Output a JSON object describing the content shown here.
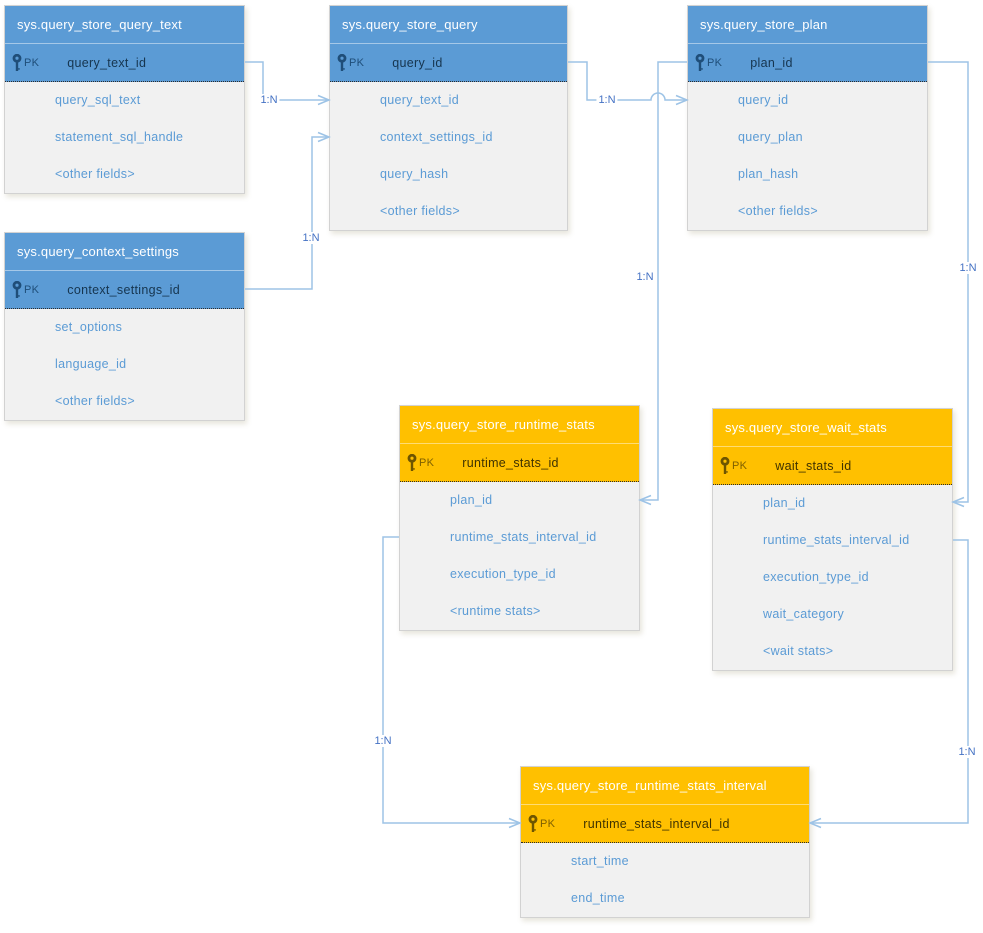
{
  "diagram": {
    "title_hint": "SQL Server Query Store catalog views entity-relationship diagram",
    "colors": {
      "blue_header": "#5b9bd5",
      "orange_header": "#ffc000",
      "body_background": "#f1f1f1",
      "body_field_text": "#5b9bd5",
      "connector_line": "#9dc3e6",
      "cardinality_text": "#4472c4"
    },
    "tables": [
      {
        "name": "sys.query_store_query_text",
        "theme": "blue",
        "pk_label": "PK",
        "pk_field": "query_text_id",
        "fields": [
          "query_sql_text",
          "statement_sql_handle",
          "<other fields>"
        ]
      },
      {
        "name": "sys.query_store_query",
        "theme": "blue",
        "pk_label": "PK",
        "pk_field": "query_id",
        "fields": [
          "query_text_id",
          "context_settings_id",
          "query_hash",
          "<other fields>"
        ]
      },
      {
        "name": "sys.query_store_plan",
        "theme": "blue",
        "pk_label": "PK",
        "pk_field": "plan_id",
        "fields": [
          "query_id",
          "query_plan",
          "plan_hash",
          "<other fields>"
        ]
      },
      {
        "name": "sys.query_context_settings",
        "theme": "blue",
        "pk_label": "PK",
        "pk_field": "context_settings_id",
        "fields": [
          "set_options",
          "language_id",
          "<other fields>"
        ]
      },
      {
        "name": "sys.query_store_runtime_stats",
        "theme": "orange",
        "pk_label": "PK",
        "pk_field": "runtime_stats_id",
        "fields": [
          "plan_id",
          "runtime_stats_interval_id",
          "execution_type_id",
          "<runtime stats>"
        ]
      },
      {
        "name": "sys.query_store_wait_stats",
        "theme": "orange",
        "pk_label": "PK",
        "pk_field": "wait_stats_id",
        "fields": [
          "plan_id",
          "runtime_stats_interval_id",
          "execution_type_id",
          "wait_category",
          "<wait stats>"
        ]
      },
      {
        "name": "sys.query_store_runtime_stats_interval",
        "theme": "orange",
        "pk_label": "PK",
        "pk_field": "runtime_stats_interval_id",
        "fields": [
          "start_time",
          "end_time"
        ]
      }
    ],
    "connectors": [
      {
        "label": "1:N",
        "from": "sys.query_store_query_text.query_text_id",
        "to": "sys.query_store_query.query_text_id"
      },
      {
        "label": "1:N",
        "from": "sys.query_context_settings.context_settings_id",
        "to": "sys.query_store_query.context_settings_id"
      },
      {
        "label": "1:N",
        "from": "sys.query_store_query.query_id",
        "to": "sys.query_store_plan.query_id"
      },
      {
        "label": "1:N",
        "from": "sys.query_store_plan.plan_id",
        "to": "sys.query_store_runtime_stats.plan_id"
      },
      {
        "label": "1:N",
        "from": "sys.query_store_plan.plan_id",
        "to": "sys.query_store_wait_stats.plan_id"
      },
      {
        "label": "1:N",
        "from": "sys.query_store_runtime_stats.runtime_stats_interval_id",
        "to": "sys.query_store_runtime_stats_interval.runtime_stats_interval_id"
      },
      {
        "label": "1:N",
        "from": "sys.query_store_wait_stats.runtime_stats_interval_id",
        "to": "sys.query_store_runtime_stats_interval.runtime_stats_interval_id"
      }
    ]
  }
}
